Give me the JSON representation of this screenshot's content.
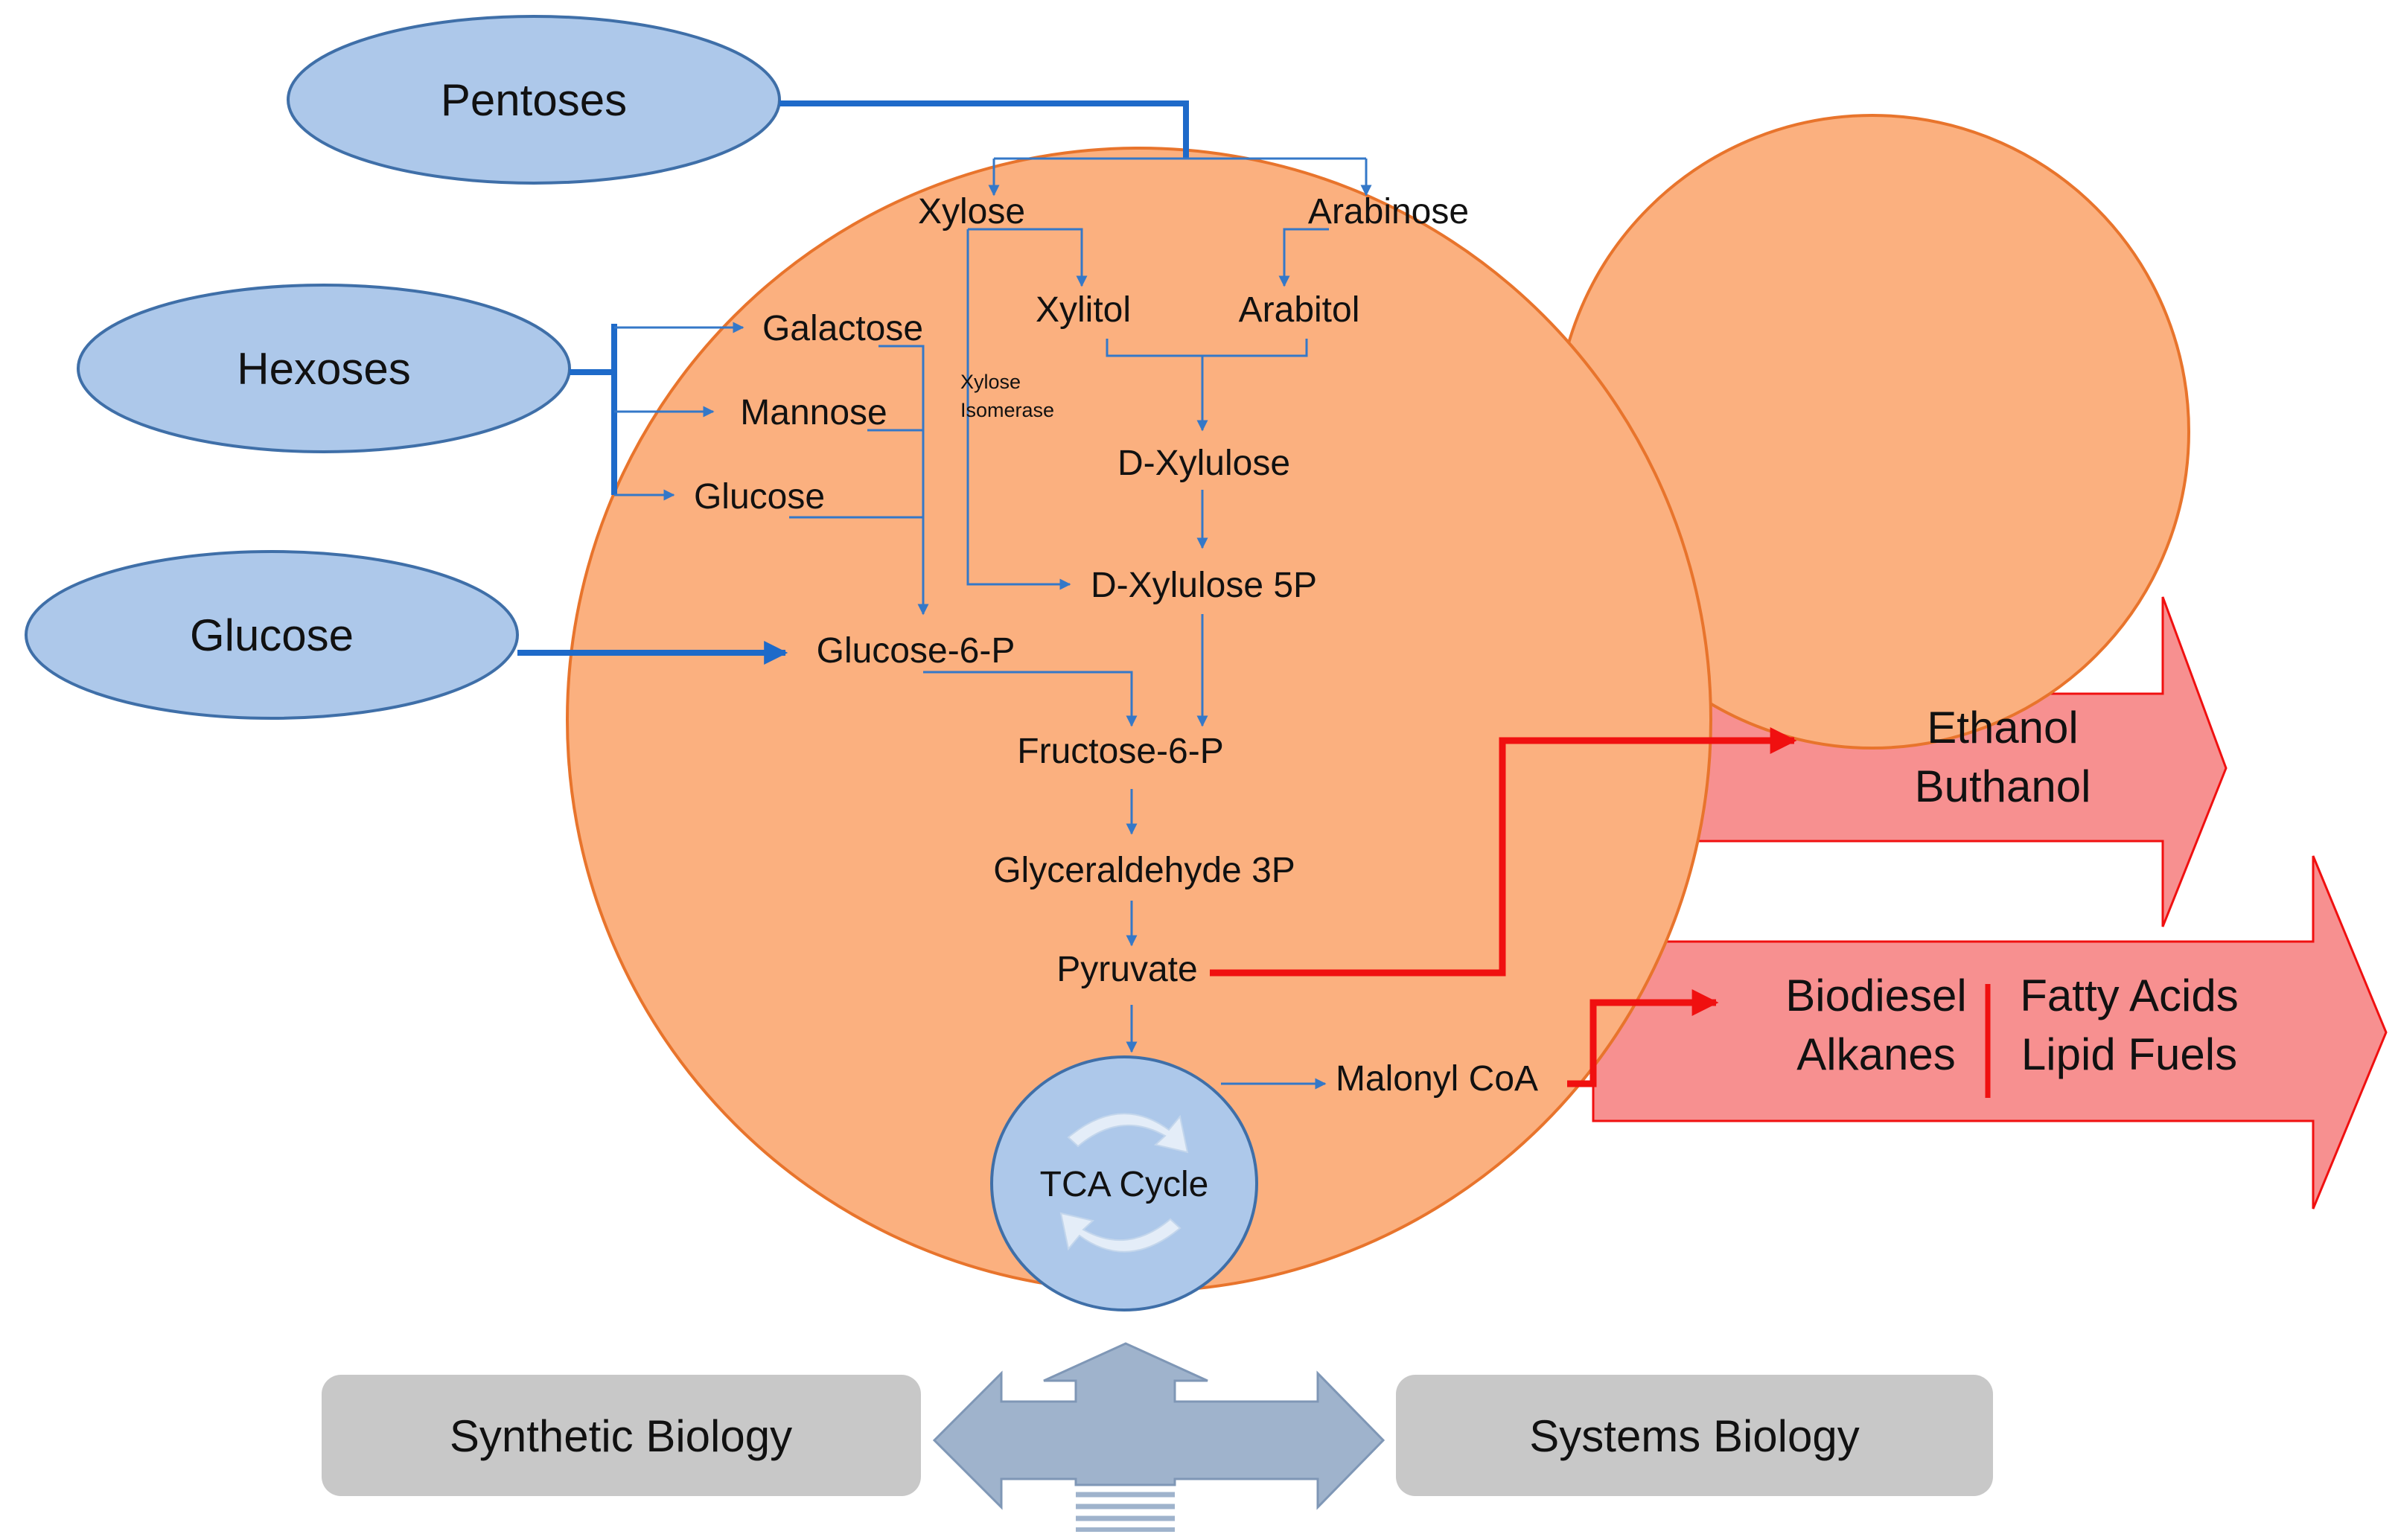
{
  "inputs": {
    "pentoses": "Pentoses",
    "hexoses": "Hexoses",
    "glucose": "Glucose"
  },
  "metabolites": {
    "xylose": "Xylose",
    "arabinose": "Arabinose",
    "xylitol": "Xylitol",
    "arabitol": "Arabitol",
    "xylose_isomerase_line1": "Xylose",
    "xylose_isomerase_line2": "Isomerase",
    "galactose": "Galactose",
    "mannose": "Mannose",
    "glucose": "Glucose",
    "d_xylulose": "D-Xylulose",
    "d_xylulose_5p": "D-Xylulose 5P",
    "glucose_6_p": "Glucose-6-P",
    "fructose_6_p": "Fructose-6-P",
    "glyceraldehyde_3p": "Glyceraldehyde 3P",
    "pyruvate": "Pyruvate",
    "malonyl_coa": "Malonyl CoA",
    "tca_cycle": "TCA Cycle"
  },
  "products": {
    "ethanol": "Ethanol",
    "buthanol": "Buthanol",
    "biodiesel": "Biodiesel",
    "alkanes": "Alkanes",
    "fatty_acids": "Fatty Acids",
    "lipid_fuels": "Lipid Fuels"
  },
  "approaches": {
    "synthetic": "Synthetic Biology",
    "systems": "Systems Biology"
  },
  "colors": {
    "cell_fill": "#fbb07f",
    "cell_stroke": "#e8742c",
    "input_fill": "#adc8ea",
    "input_stroke": "#3f6fa8",
    "pathway_arrow": "#3478c8",
    "product_arrow": "#f79090",
    "product_stroke": "#f01010",
    "approach_box": "#c8c8c8",
    "double_arrow": "#9fb3cc"
  }
}
